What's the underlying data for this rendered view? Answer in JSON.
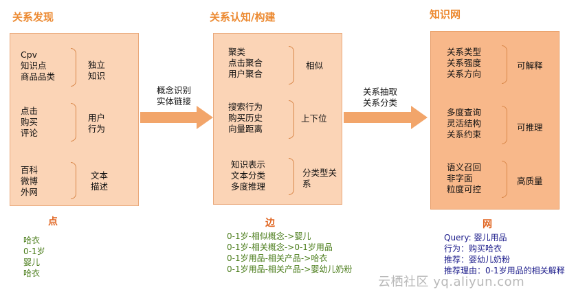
{
  "stages": {
    "s1": {
      "title": "关系发现",
      "groups": [
        {
          "items": "Cpv\n知识点\n商品品类",
          "label": "独立\n知识"
        },
        {
          "items": "点击\n购买\n评论",
          "label": "用户\n行为"
        },
        {
          "items": "百科\n微博\n外网",
          "label": "文本\n描述"
        }
      ],
      "sub_title": "点",
      "examples": "哈衣\n0-1岁\n婴儿\n哈衣"
    },
    "s2": {
      "title": "关系认知/构建",
      "groups": [
        {
          "items": "聚类\n点击聚合\n用户聚合",
          "label": "相似"
        },
        {
          "items": "搜索行为\n购买历史\n向量距离",
          "label": "上下位"
        },
        {
          "items": "知识表示\n文本分类\n多度推理",
          "label": "分类型关\n系"
        }
      ],
      "sub_title": "边",
      "examples": "0-1岁-相似概念->婴儿\n0-1岁-相关概念->0-1岁用品\n0-1岁用品-相关产品->哈衣\n0-1岁用品-相关产品->婴幼儿奶粉"
    },
    "s3": {
      "title": "知识网",
      "groups": [
        {
          "items": "关系类型\n关系强度\n关系方向",
          "label": "可解释"
        },
        {
          "items": "多度查询\n灵活结构\n关系约束",
          "label": "可推理"
        },
        {
          "items": "语义召回\n非字面\n粒度可控",
          "label": "高质量"
        }
      ],
      "sub_title": "网",
      "examples": "Query: 婴儿用品\n行为：购买哈衣\n推荐：婴幼儿奶粉\n推荐理由：0-1岁用品的相关解释"
    }
  },
  "arrows": {
    "a1": "概念识别\n实体链接",
    "a2": "关系抽取\n关系分类"
  },
  "watermark": "云栖社区 yq.aliyun.com",
  "colors": {
    "box_light": "#fbd4b6",
    "box_dark": "#f8b88a",
    "arrow": "#f2a56a",
    "title": "#ec8a32",
    "example_text": "#4a7c1a"
  }
}
